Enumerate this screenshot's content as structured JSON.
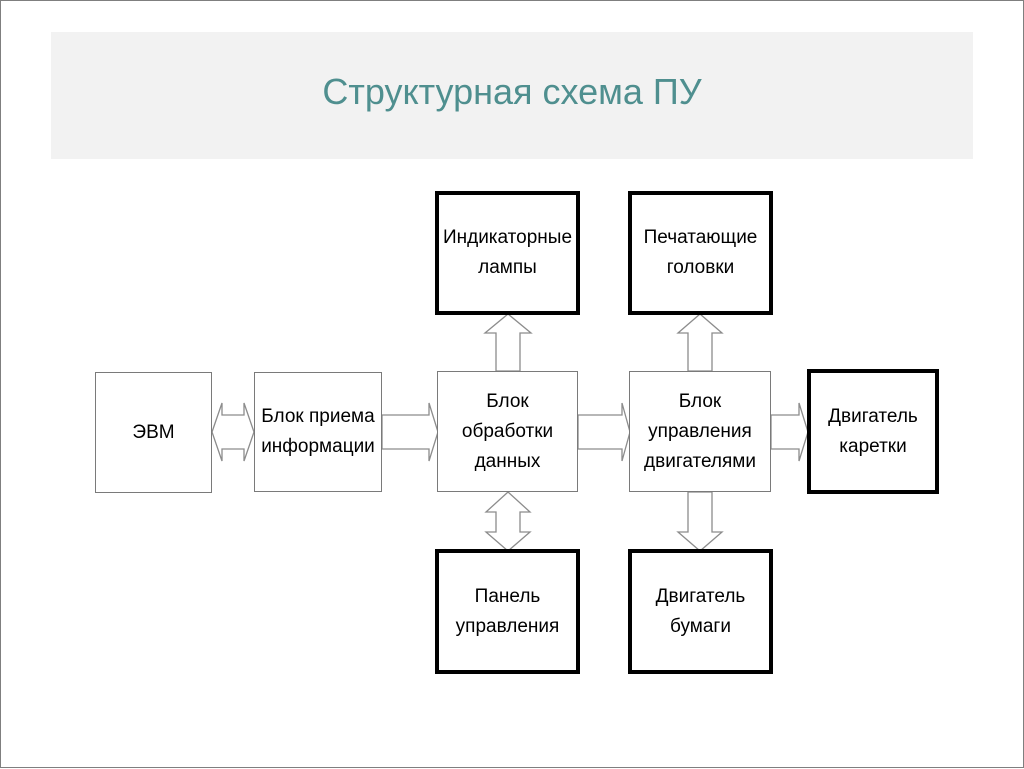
{
  "title": "Структурная схема ПУ",
  "blocks": {
    "evm": "ЭВМ",
    "receive": "Блок приема\nинформации",
    "process": "Блок\nобработки\nданных",
    "motor_ctrl": "Блок\nуправления\nдвигателями",
    "lamps": "Индикаторные\nлампы",
    "heads": "Печатающие\nголовки",
    "carriage": "Двигатель\nкаретки",
    "panel": "Панель\nуправления",
    "paper": "Двигатель\nбумаги"
  },
  "colors": {
    "title": "#4f8f8f",
    "band": "#f2f2f2",
    "thin_border": "#7a7a7a",
    "thick_border": "#000000",
    "arrow_stroke": "#8c8c8c"
  }
}
